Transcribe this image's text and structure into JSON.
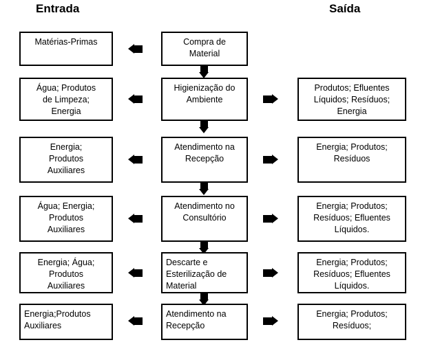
{
  "headers": {
    "left": "Entrada",
    "right": "Saída"
  },
  "rows": [
    {
      "input": "Matérias-Primas",
      "process": "Compra de\nMaterial",
      "output": ""
    },
    {
      "input": "Água; Produtos\nde Limpeza;\nEnergia",
      "process": "Higienização do\nAmbiente",
      "output": "Produtos; Efluentes\nLíquidos; Resíduos;\nEnergia"
    },
    {
      "input": "Energia;\nProdutos\nAuxiliares",
      "process": "Atendimento na\nRecepção",
      "output": "Energia; Produtos;\nResíduos"
    },
    {
      "input": "Água; Energia;\nProdutos\nAuxiliares",
      "process": "Atendimento no\nConsultório",
      "output": "Energia; Produtos;\nResíduos; Efluentes\nLíquidos."
    },
    {
      "input": "Energia; Água;\nProdutos\nAuxiliares",
      "process": "Descarte e\nEsterilização de\nMaterial",
      "output": "Energia; Produtos;\nResíduos; Efluentes\nLíquidos."
    },
    {
      "input": "Energia;Produtos\nAuxiliares",
      "process": "Atendimento na\nRecepção",
      "output": "Energia; Produtos;\nResíduos;"
    }
  ],
  "icons": {
    "input_arrow": "arrow-left-icon",
    "output_arrow": "arrow-right-icon",
    "flow_arrow": "arrow-down-icon"
  },
  "colors": {
    "stroke": "#000000",
    "fill": "#ffffff",
    "text": "#000000"
  }
}
